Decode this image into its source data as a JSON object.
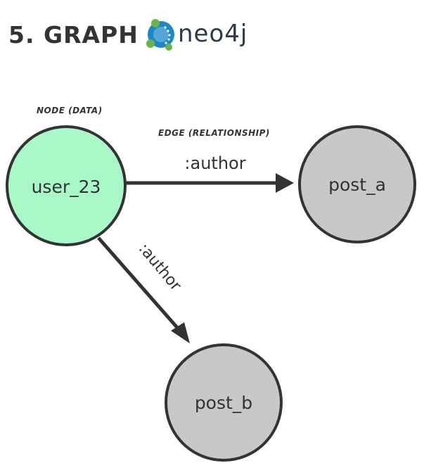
{
  "header": {
    "title": "5. GRAPH",
    "logo_text": "neo4j"
  },
  "annotations": {
    "node_label": "NODE (DATA)",
    "edge_label": "EDGE (RELATIONSHIP)"
  },
  "nodes": [
    {
      "id": "user_23",
      "label": "user_23",
      "fill": "#a9f8c8"
    },
    {
      "id": "post_a",
      "label": "post_a",
      "fill": "#c8c8c8"
    },
    {
      "id": "post_b",
      "label": "post_b",
      "fill": "#c8c8c8"
    }
  ],
  "edges": [
    {
      "from": "user_23",
      "to": "post_a",
      "label": ":author"
    },
    {
      "from": "user_23",
      "to": "post_b",
      "label": ":author"
    }
  ],
  "colors": {
    "stroke": "#333333",
    "logo_blue": "#1b88c8",
    "logo_green": "#6cb443"
  }
}
